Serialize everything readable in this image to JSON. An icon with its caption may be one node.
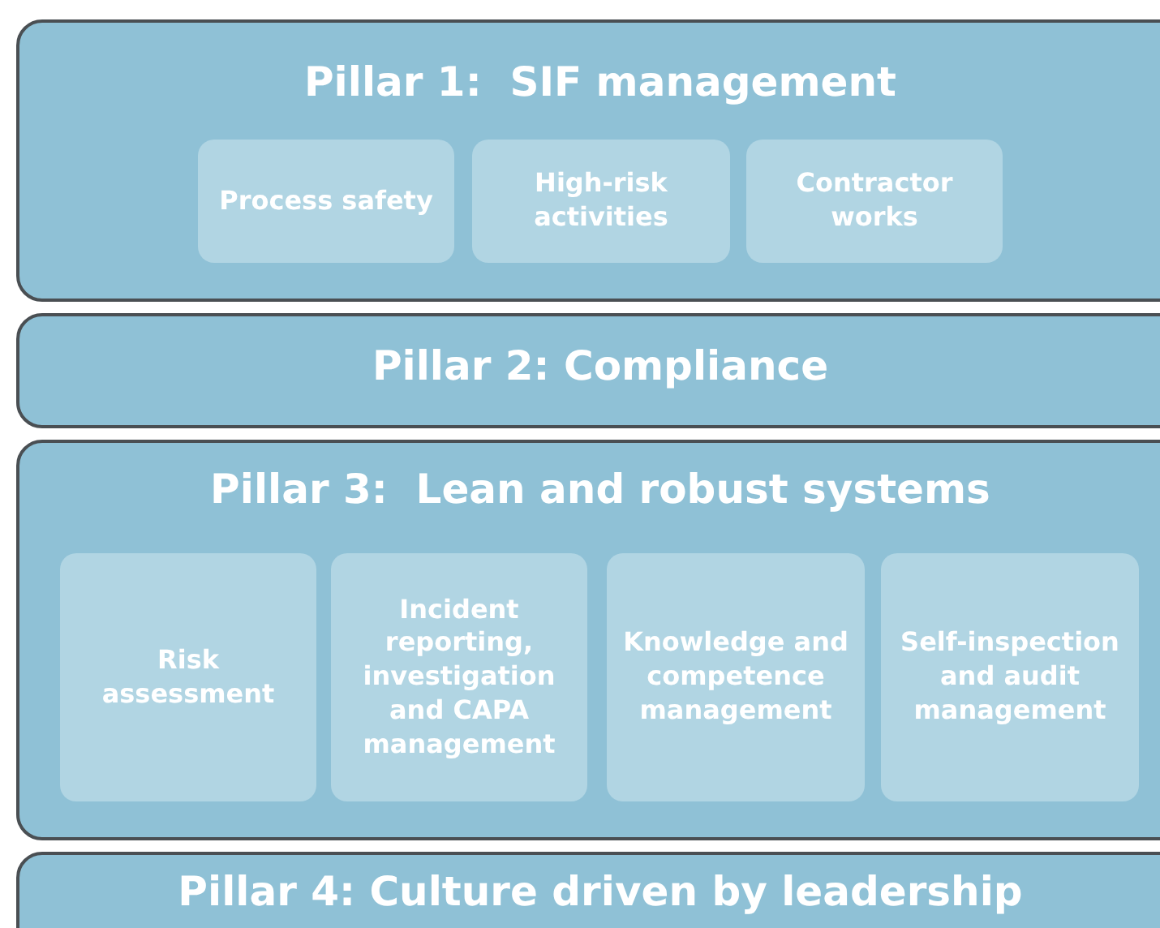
{
  "diagram": {
    "nodes": [
      {
        "text": [
          "Pillar 1:  SIF management"
        ]
      },
      {
        "text": [
          "Process safety"
        ],
        "in": 0
      },
      {
        "text": [
          "High-risk activities"
        ],
        "in": 0
      },
      {
        "text": [
          "Contractor works"
        ],
        "in": 0
      },
      {
        "text": [
          "Pillar 2: Compliance"
        ]
      },
      {
        "text": [
          "Pillar 3:  Lean and robust systems"
        ]
      },
      {
        "text": [
          "Risk assessment"
        ],
        "in": 5
      },
      {
        "text": [
          "Incident reporting, investigation and CAPA management"
        ],
        "in": 5
      },
      {
        "text": [
          "Knowledge and competence management"
        ],
        "in": 5
      },
      {
        "text": [
          "Self-inspection and audit management"
        ],
        "in": 5
      },
      {
        "text": [
          "Pillar 4: Culture driven by leadership"
        ]
      }
    ]
  }
}
